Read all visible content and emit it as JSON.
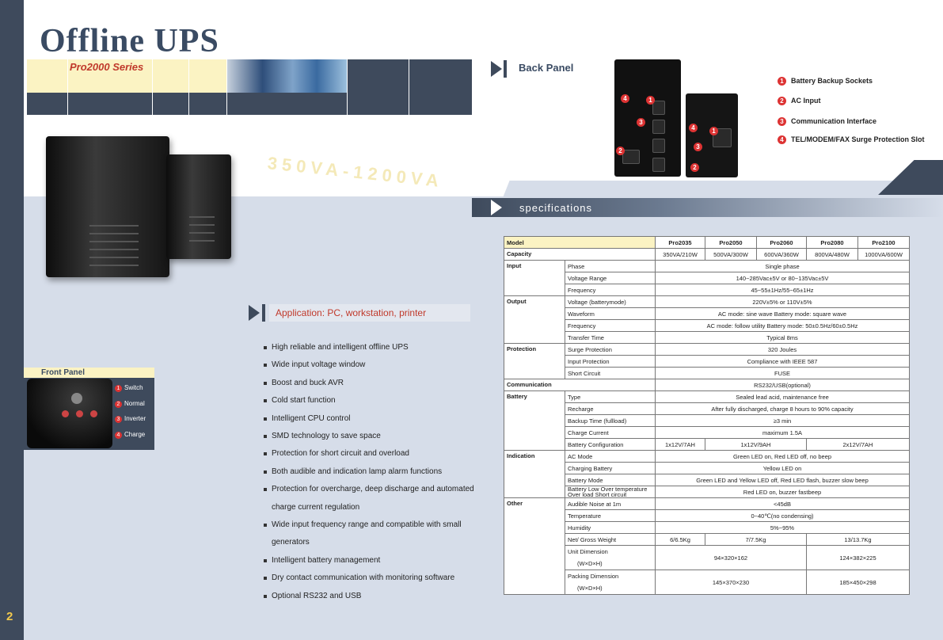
{
  "page": {
    "title": "Offline UPS",
    "series": "Pro2000 Series",
    "va_range": "350VA-1200VA",
    "page_number": "2"
  },
  "back_panel": {
    "title": "Back Panel",
    "items": [
      {
        "num": "1",
        "label": "Battery Backup Sockets"
      },
      {
        "num": "2",
        "label": "AC Input"
      },
      {
        "num": "3",
        "label": "Communication Interface"
      },
      {
        "num": "4",
        "label": "TEL/MODEM/FAX Surge Protection Slot"
      }
    ]
  },
  "specifications": {
    "title": "specifications",
    "header": {
      "label": "Model",
      "models": [
        "Pro2035",
        "Pro2050",
        "Pro2060",
        "Pro2080",
        "Pro2100"
      ]
    },
    "capacity": {
      "label": "Capacity",
      "values": [
        "350VA/210W",
        "500VA/300W",
        "600VA/360W",
        "800VA/480W",
        "1000VA/600W"
      ]
    },
    "input": {
      "label": "Input",
      "phase": {
        "label": "Phase",
        "value": "Single phase"
      },
      "voltage": {
        "label": "Voltage Range",
        "value": "140~285Vac±5V    or    80~135Vac±5V"
      },
      "frequency": {
        "label": "Frequency",
        "value": "45~55±1Hz/55~65±1Hz"
      }
    },
    "output": {
      "label": "Output",
      "voltage": {
        "label": "Voltage (batterymode)",
        "value": "220V±5%    or    110V±5%"
      },
      "waveform": {
        "label": "Waveform",
        "value": "AC mode: sine wave          Battery mode: square wave"
      },
      "frequency": {
        "label": "Frequency",
        "value": "AC mode: follow utility          Battery mode: 50±0.5Hz/60±0.5Hz"
      },
      "transfer": {
        "label": "Transfer Time",
        "value": "Typical 8ms"
      }
    },
    "protection": {
      "label": "Protection",
      "surge": {
        "label": "Surge Protection",
        "value": "320 Joules"
      },
      "input": {
        "label": "Input Protection",
        "value": "Compliance with IEEE 587"
      },
      "short": {
        "label": "Short Circuit",
        "value": "FUSE"
      }
    },
    "communication": {
      "label": "Communication",
      "value": "RS232/USB(optional)"
    },
    "battery": {
      "label": "Battery",
      "type": {
        "label": "Type",
        "value": "Sealed lead acid, maintenance free"
      },
      "recharge": {
        "label": "Recharge",
        "value": "After fully discharged, charge 8 hours to 90% capacity"
      },
      "backup": {
        "label": "Backup Time (fullload)",
        "value": "≥3 min"
      },
      "current": {
        "label": "Charge Current",
        "value": "maximum 1.5A"
      },
      "config": {
        "label": "Battery Configuration",
        "values": [
          "1x12V/7AH",
          "1x12V/9AH",
          "2x12V/7AH"
        ]
      }
    },
    "indication": {
      "label": "Indication",
      "ac": {
        "label": "AC Mode",
        "value": "Green LED on, Red LED off, no beep"
      },
      "charging": {
        "label": "Charging Battery",
        "value": "Yellow LED on"
      },
      "battery": {
        "label": "Battery Mode",
        "value": "Green LED and Yellow LED off, Red LED flash, buzzer slow beep"
      },
      "low": {
        "label1": "Battery Low Over temperature",
        "label2": "Over load Short circuit",
        "value": "Red LED on, buzzer fastbeep"
      }
    },
    "other": {
      "label": "Other",
      "noise": {
        "label": "Audible Noise at 1m",
        "value": "<45dB"
      },
      "temperature": {
        "label": "Temperature",
        "value": "0~40℃(no condensing)"
      },
      "humidity": {
        "label": "Humidity",
        "value": "5%~95%"
      },
      "weight": {
        "label": "Net/ Gross Weight",
        "values": [
          "6/6.5Kg",
          "7/7.5Kg",
          "13/13.7Kg"
        ]
      },
      "unit_dim": {
        "label": "Unit Dimension",
        "sub": "(W×D×H)",
        "values": [
          "94×320×162",
          "124×382×225"
        ]
      },
      "pack_dim": {
        "label": "Packing Dimension",
        "sub": "(W×D×H)",
        "values": [
          "145×370×230",
          "185×450×298"
        ]
      }
    }
  },
  "application": {
    "title": "Application: PC, workstation, printer",
    "features": [
      "High reliable and intelligent offline UPS",
      "Wide input voltage window",
      "Boost and buck AVR",
      "Cold start function",
      "Intelligent CPU control",
      "SMD technology to save space",
      "Protection for short circuit and overload",
      "Both audible and indication lamp alarm functions",
      "Protection for overcharge, deep discharge and automated",
      "charge current regulation",
      "Wide input frequency range and compatible with small generators",
      "Intelligent battery management",
      "Dry contact communication with monitoring software",
      "Optional RS232 and USB"
    ]
  },
  "front_panel": {
    "title": "Front Panel",
    "items": [
      {
        "num": "1",
        "label": "Switch"
      },
      {
        "num": "2",
        "label": "Normal"
      },
      {
        "num": "3",
        "label": "Inverter"
      },
      {
        "num": "4",
        "label": "Charge"
      }
    ]
  },
  "colors": {
    "dark": "#3e4a5c",
    "light_blue": "#d6dde9",
    "cream": "#fbf3c3",
    "accent_red": "#c0392b"
  }
}
